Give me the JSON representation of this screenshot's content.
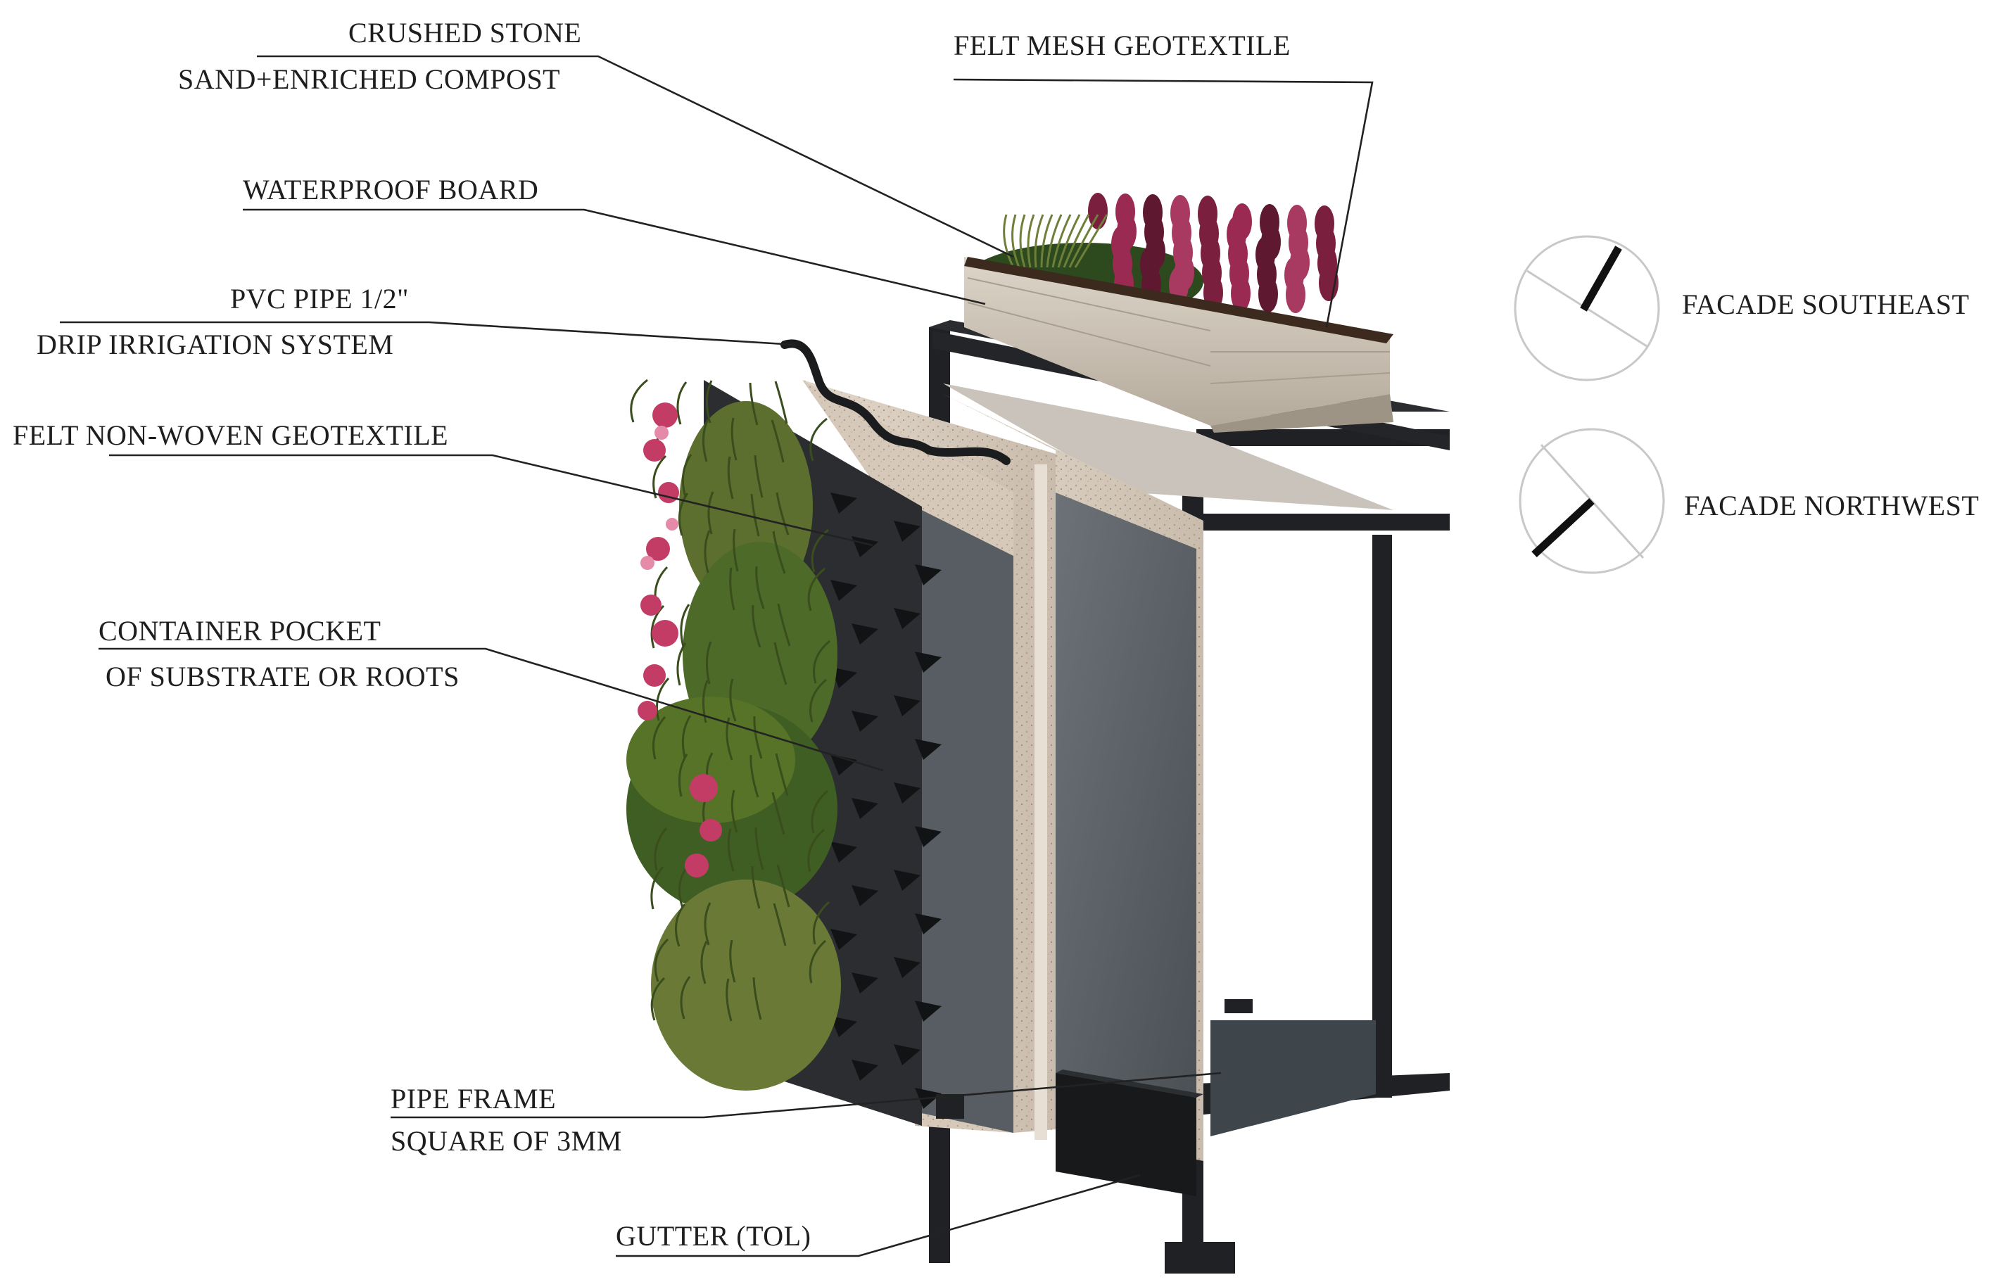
{
  "labels": {
    "crushed_stone": "CRUSHED STONE",
    "sand_compost": "SAND+ENRICHED COMPOST",
    "felt_mesh": "FELT MESH GEOTEXTILE",
    "waterproof_board": "WATERPROOF BOARD",
    "pvc_pipe": "PVC PIPE 1/2\"",
    "drip_irrigation": "DRIP IRRIGATION SYSTEM",
    "felt_nonwoven": "FELT NON-WOVEN GEOTEXTILE",
    "container_pocket": "CONTAINER POCKET",
    "substrate_roots": "OF SUBSTRATE OR ROOTS",
    "pipe_frame": "PIPE FRAME",
    "square_3mm": "SQUARE OF 3MM",
    "gutter": "GUTTER (TOL)"
  },
  "orientation": {
    "southeast": "FACADE SOUTHEAST",
    "northwest": "FACADE NORTHWEST"
  },
  "colors": {
    "frame": "#1f2124",
    "felt": "#5b6166",
    "board": "#d9cdbf",
    "pocket_panel": "#2b2d30",
    "planter": "#cbc2b4",
    "foliage": "#55702c",
    "flower": "#b8345a"
  }
}
